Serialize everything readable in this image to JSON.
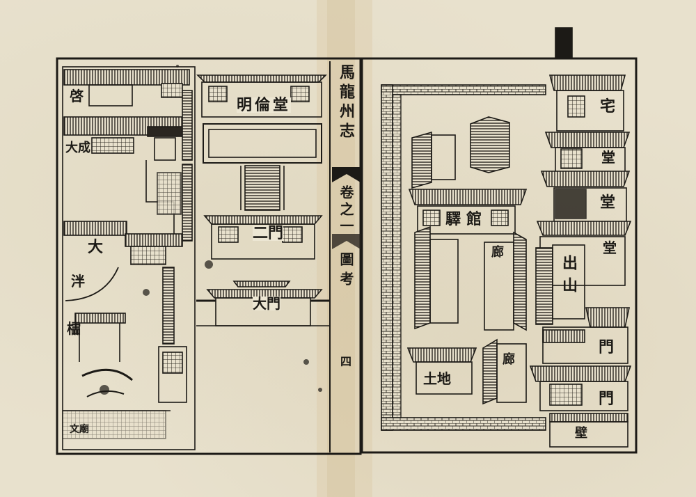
{
  "header": {
    "book_title": "馬龍州志",
    "volume": "卷之一",
    "section": "圖考",
    "page_number": "四"
  },
  "left_map": {
    "labels": {
      "hall": "明倫堂",
      "second_gate": "二門",
      "great_gate": "大門",
      "qi": "啓",
      "dacheng": "大成",
      "da": "大",
      "pan": "泮",
      "star_gate": "櫺",
      "wenmiao": "文廟"
    }
  },
  "right_map": {
    "labels": {
      "post_station": "驛館",
      "residence": "宅",
      "hall_a": "堂",
      "hall_b": "堂",
      "hall_c": "堂",
      "chushan": "出山",
      "gate_a": "門",
      "gate_b": "門",
      "screen_wall": "壁",
      "tudi": "土地",
      "wing_a": "廊",
      "wing_b": "廊"
    }
  },
  "colors": {
    "paper": "#e8e1cd",
    "ink": "#1c1a16",
    "fold_stain": "#d9c7a0"
  }
}
